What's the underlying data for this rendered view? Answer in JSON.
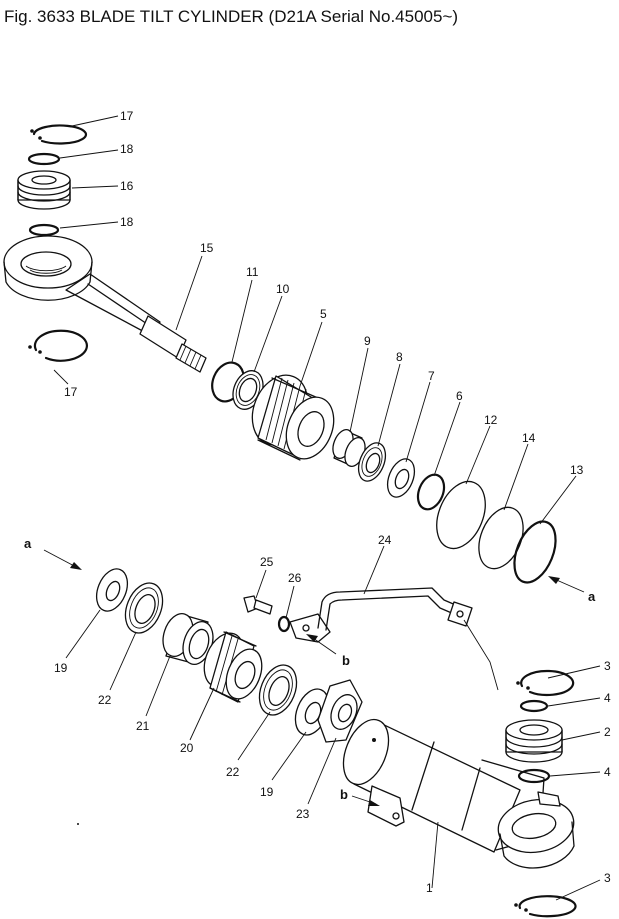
{
  "title": "Fig. 3633 BLADE TILT CYLINDER (D21A Serial No.45005~)",
  "callouts": {
    "c17a": "17",
    "c18a": "18",
    "c16": "16",
    "c18b": "18",
    "c15": "15",
    "c17b": "17",
    "c11": "11",
    "c10": "10",
    "c5": "5",
    "c9": "9",
    "c8": "8",
    "c7": "7",
    "c6": "6",
    "c12": "12",
    "c14": "14",
    "c13": "13",
    "c24": "24",
    "c25": "25",
    "c26": "26",
    "c19a": "19",
    "c22a": "22",
    "c21": "21",
    "c20": "20",
    "c22b": "22",
    "c19b": "19",
    "c23": "23",
    "c3a": "3",
    "c4a": "4",
    "c2": "2",
    "c4b": "4",
    "c1": "1",
    "c3b": "3"
  },
  "refs": {
    "a_left": "a",
    "a_right": "a",
    "b_mid": "b",
    "b_low": "b"
  }
}
